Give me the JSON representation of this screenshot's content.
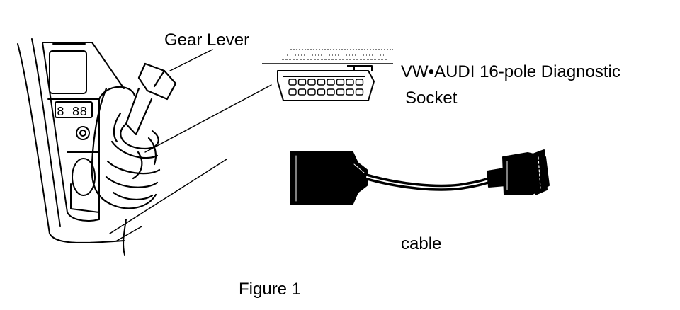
{
  "labels": {
    "gear_lever": "Gear Lever",
    "socket_line1": "VW•AUDI 16-pole Diagnostic",
    "socket_line2": "Socket",
    "cable": "cable",
    "figure_caption": "Figure 1"
  },
  "connector": {
    "pin_rows": [
      8,
      8
    ]
  },
  "colors": {
    "ink": "#000000",
    "paper": "#ffffff"
  }
}
